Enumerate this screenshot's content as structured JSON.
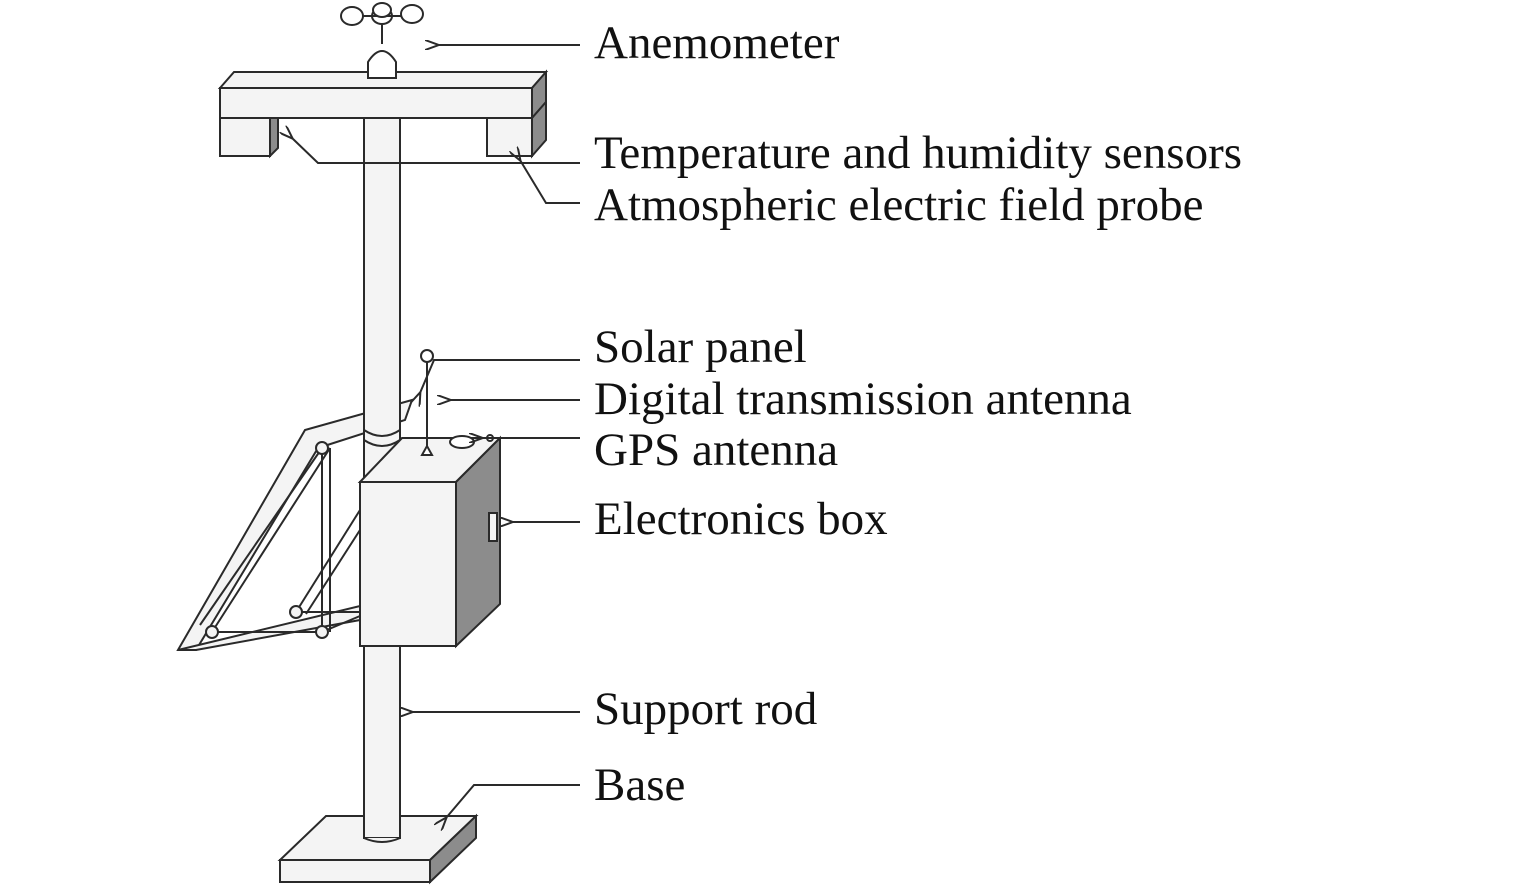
{
  "labels": {
    "anemometer": "Anemometer",
    "temp_humidity": "Temperature and humidity sensors",
    "electric_field": "Atmospheric electric field probe",
    "solar_panel": "Solar panel",
    "digital_antenna": "Digital transmission antenna",
    "gps_antenna": "GPS antenna",
    "electronics_box": "Electronics box",
    "support_rod": "Support rod",
    "base": "Base"
  },
  "colors": {
    "stroke": "#2a2a2a",
    "fill_light": "#f4f4f4",
    "fill_mid": "#e6e6e6",
    "fill_dark": "#8c8c8c",
    "text": "#111111"
  }
}
